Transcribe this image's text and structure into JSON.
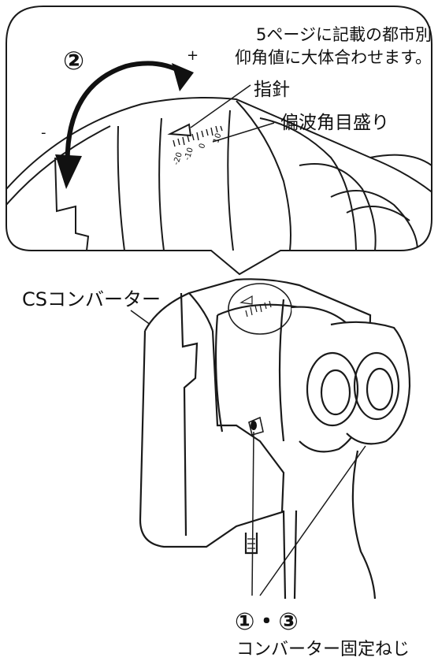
{
  "detail": {
    "note_line1": "5ページに記載の都市別",
    "note_line2": "仰角値に大体合わせます。",
    "step_rotate": "②",
    "plus_sign": "+",
    "minus_sign": "-",
    "pointer_label": "指針",
    "scale_label": "偏波角目盛り",
    "scale_ticks": [
      "-10",
      "-20",
      "0",
      "10"
    ]
  },
  "main": {
    "converter_label": "CSコンバーター",
    "steps_label": "①・③",
    "screw_label": "コンバーター固定ねじ"
  },
  "colors": {
    "line": "#1a1a1a",
    "background": "#ffffff"
  }
}
